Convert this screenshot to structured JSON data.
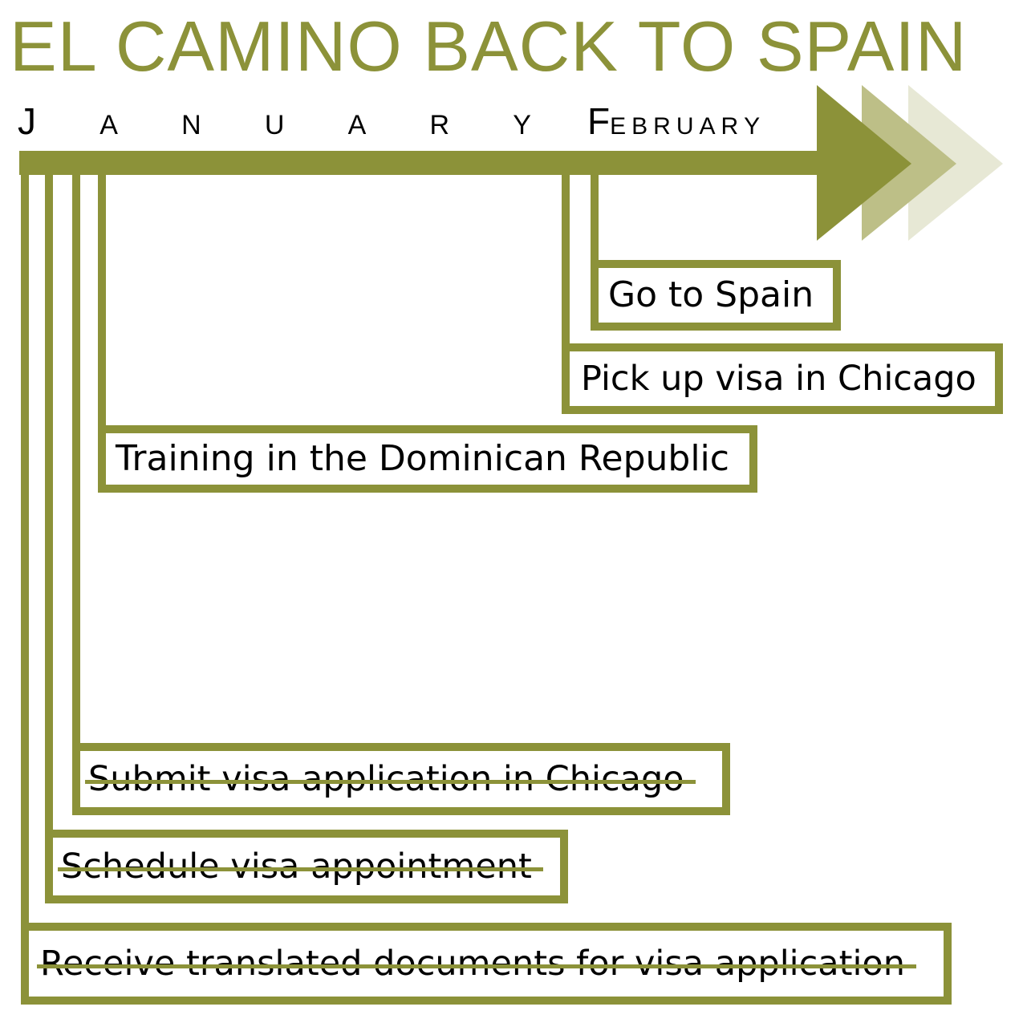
{
  "title": "EL CAMINO BACK TO SPAIN",
  "months": [
    {
      "name": "January",
      "letters": [
        "J",
        "A",
        "N",
        "U",
        "A",
        "R",
        "Y"
      ]
    },
    {
      "name": "February",
      "letters": [
        "F",
        "E",
        "B",
        "R",
        "U",
        "A",
        "R",
        "Y"
      ]
    }
  ],
  "events": [
    {
      "label": "Go to Spain",
      "completed": false
    },
    {
      "label": "Pick up visa in Chicago",
      "completed": false
    },
    {
      "label": "Training in the Dominican Republic",
      "completed": false
    },
    {
      "label": "Submit visa application in Chicago",
      "completed": true
    },
    {
      "label": "Schedule visa appointment",
      "completed": true
    },
    {
      "label": "Receive translated documents for visa application",
      "completed": true
    }
  ],
  "colors": {
    "accent": "#8c9239",
    "arrow_mid": "#bdbf87",
    "arrow_light": "#e7e8d5",
    "text": "#000000",
    "background": "#ffffff"
  }
}
